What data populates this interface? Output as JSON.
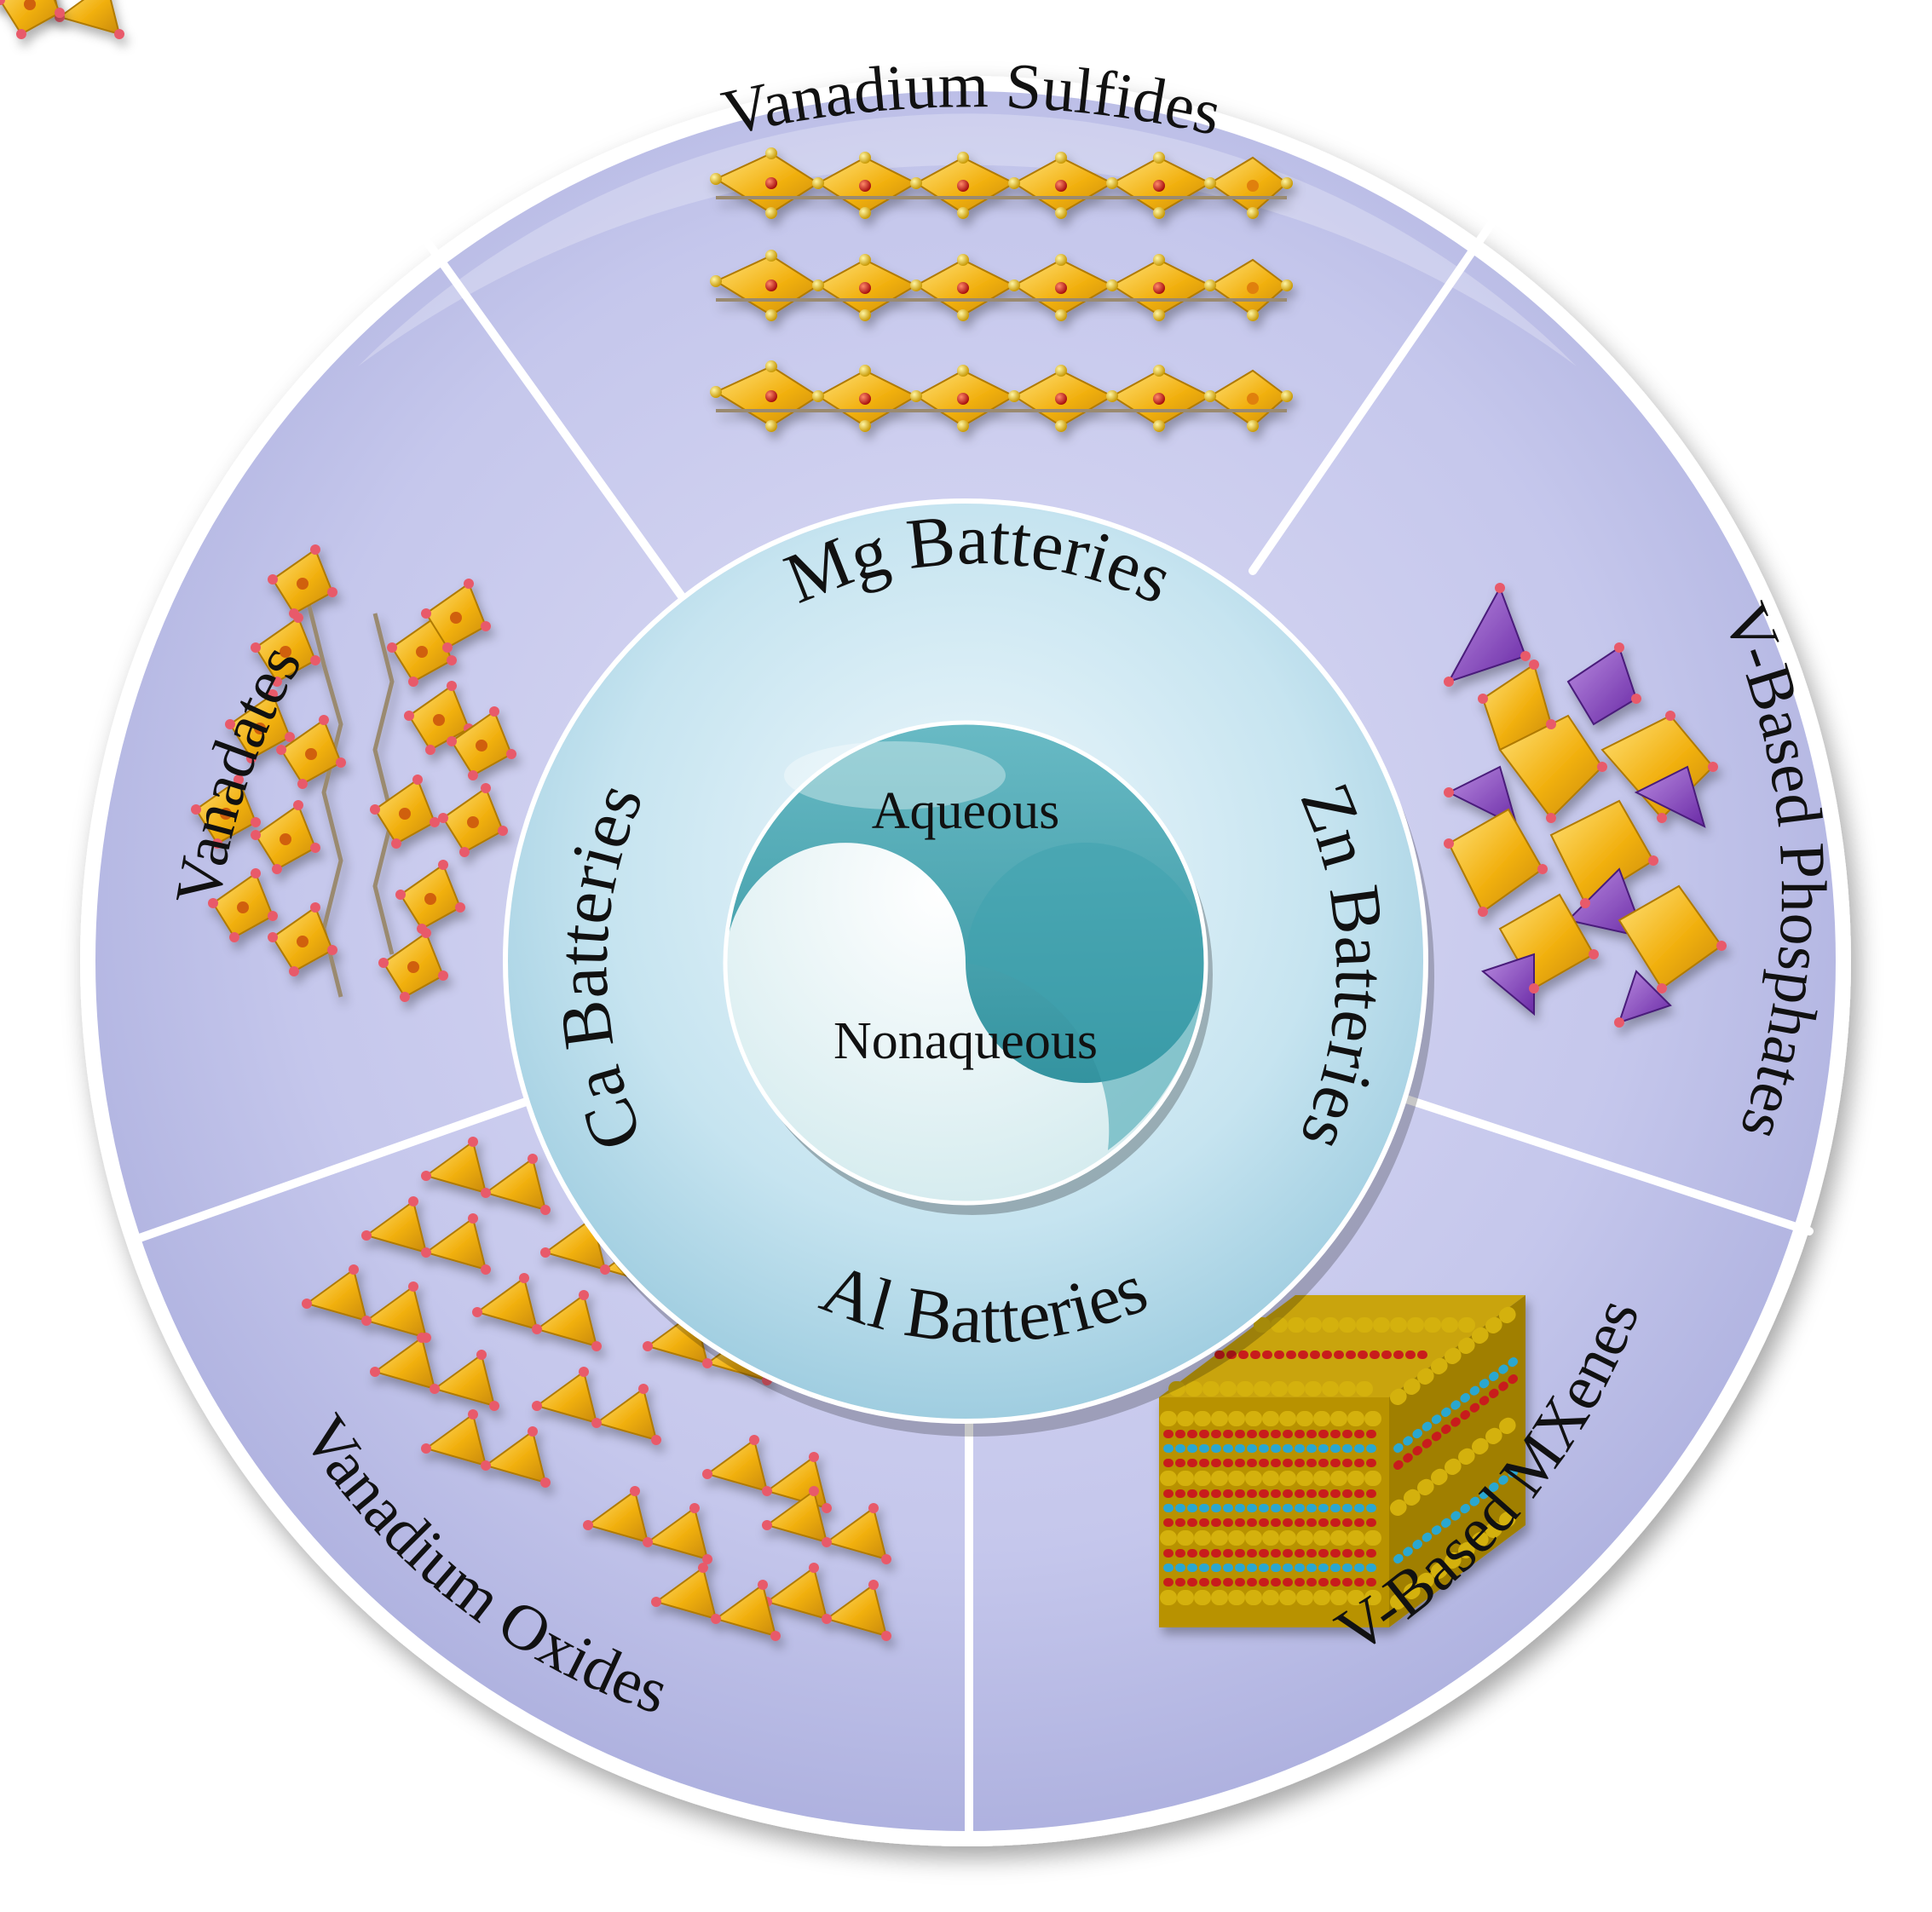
{
  "center": {
    "top_label": "Aqueous",
    "bottom_label": "Nonaqueous"
  },
  "batteries": {
    "mg": "Mg Batteries",
    "zn": "Zn Batteries",
    "al": "Al Batteries",
    "ca": "Ca Batteries"
  },
  "materials": {
    "sulfides": "Vanadium Sulfides",
    "phosphates": "V-Based Phosphates",
    "mxenes": "V-Based MXenes",
    "oxides": "Vanadium Oxides",
    "vanadates": "Vanadates"
  },
  "colors": {
    "sector_fill": "#c6c8ec",
    "ring_fill": "#bfe0ee",
    "core_teal": "#2e97a4",
    "core_light": "#eef7f8",
    "polyhedron_yellow": "#f4b414",
    "polyhedron_purple": "#8a3fc2",
    "atom_red": "#c81e1e",
    "atom_blue": "#2aa7d0",
    "atom_pink": "#e85a6a"
  }
}
